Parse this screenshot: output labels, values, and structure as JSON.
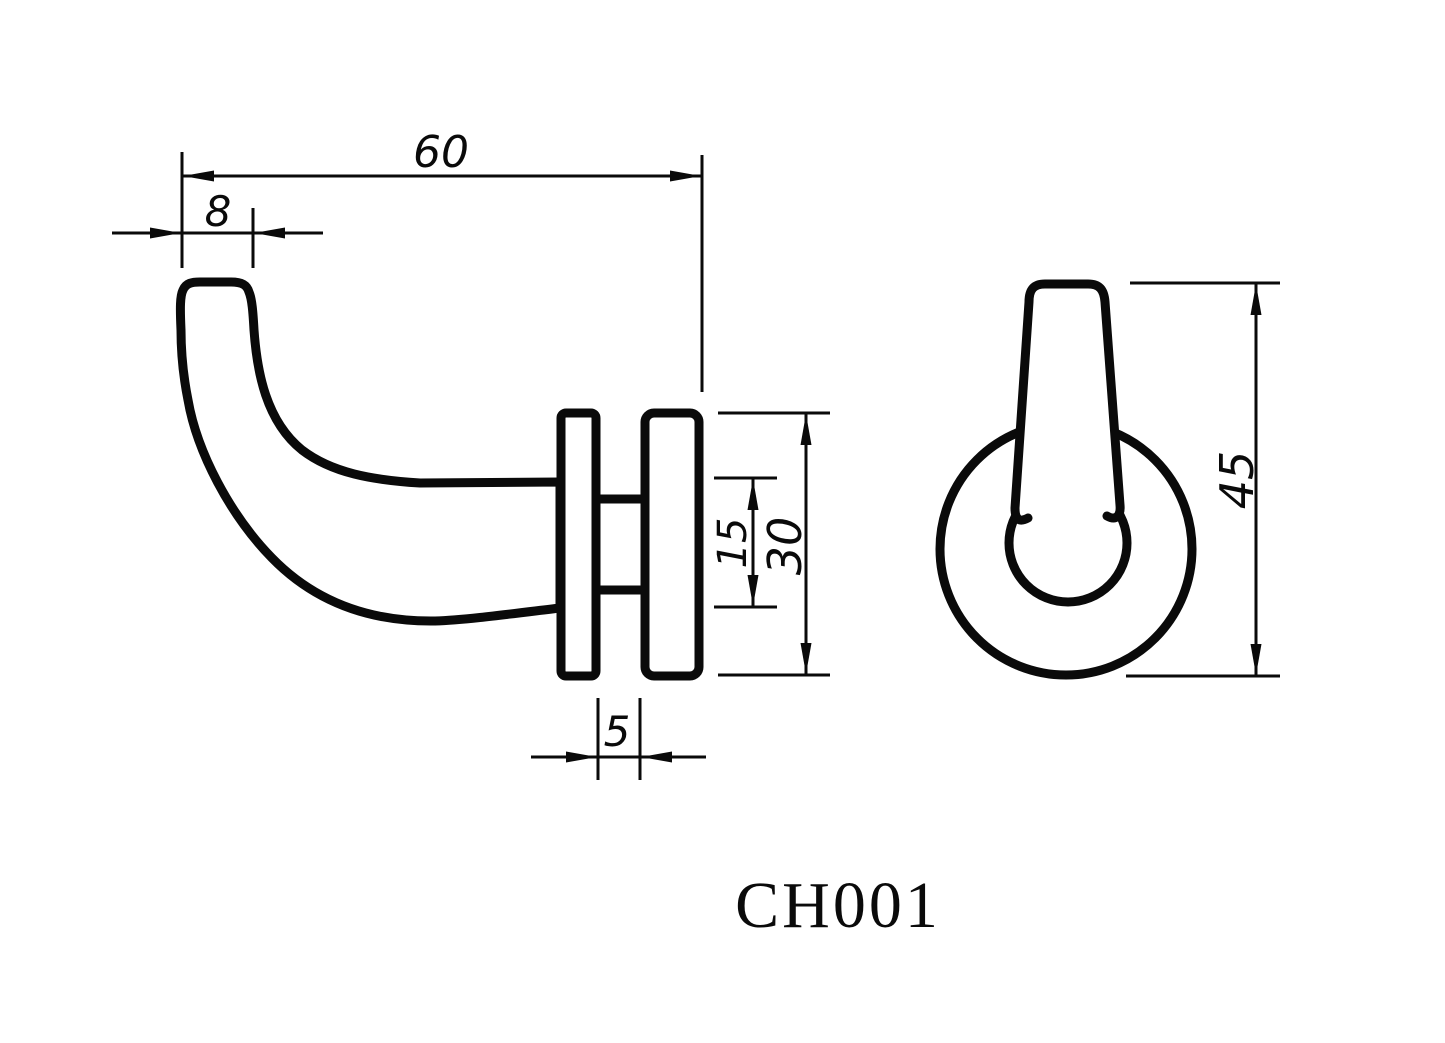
{
  "drawing": {
    "title": "CH001",
    "dimensions": {
      "overall_length": "60",
      "tip_width": "8",
      "gap_width": "5",
      "boss_height": "15",
      "plate_height": "30",
      "front_height": "45"
    },
    "colors": {
      "line": "#0a0a0a",
      "background": "#ffffff"
    }
  }
}
